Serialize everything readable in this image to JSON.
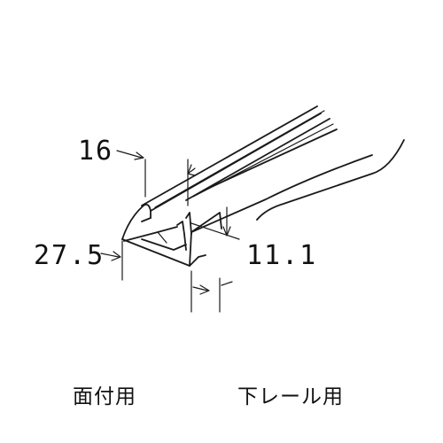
{
  "dimensions": {
    "width_top": "16",
    "height_total": "27.5",
    "height_lip": "11.1"
  },
  "captions": {
    "mounting": "面付用",
    "rail": "下レール用"
  },
  "colors": {
    "line": "#1a1a1a",
    "background": "#ffffff"
  }
}
